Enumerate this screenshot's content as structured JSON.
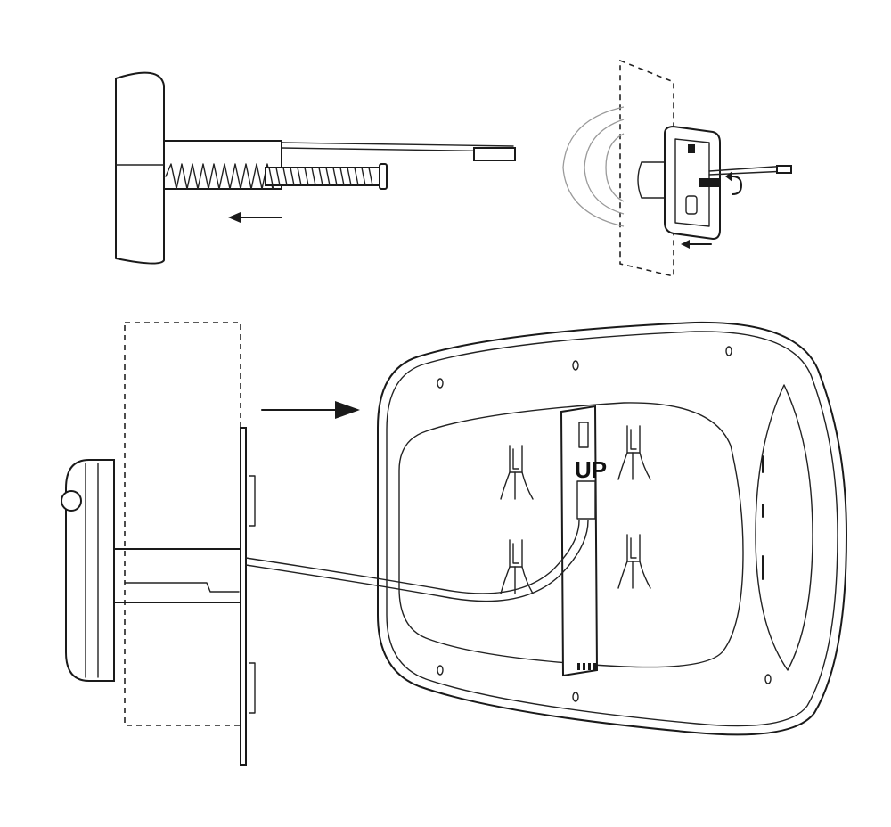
{
  "labels": {
    "up_marker": "UP"
  },
  "colors": {
    "line": "#1a1a1a",
    "background": "#ffffff",
    "shade": "#9a9a9a"
  },
  "panels": {
    "top_left": "exploded-side-view",
    "top_right": "screw-mounting-through-wall",
    "bottom": "cable-to-monitor-back-plate"
  },
  "icons": [
    "arrow-left-icon",
    "arrow-right-icon",
    "rotate-icon",
    "spring-icon",
    "clip-icon"
  ]
}
